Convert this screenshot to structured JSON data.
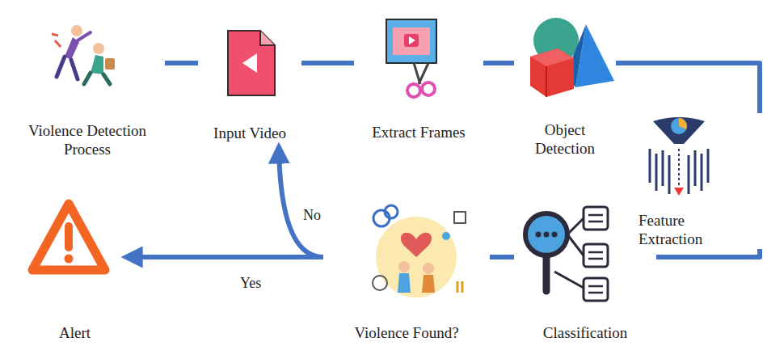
{
  "diagram": {
    "nodes": [
      {
        "text": [
          "Violence Detection Process"
        ]
      },
      {
        "text": [
          "Input Video"
        ]
      },
      {
        "text": [
          "Extract Frames"
        ]
      },
      {
        "text": [
          "Object Detection"
        ]
      },
      {
        "text": [
          "Feature Extraction"
        ]
      },
      {
        "text": [
          "Classification"
        ]
      },
      {
        "text": [
          "Violence Found?"
        ]
      },
      {
        "text": [
          "Alert"
        ]
      }
    ],
    "edges": [
      {
        "from": 0,
        "to": 1,
        "arrow": "none"
      },
      {
        "from": 1,
        "to": 2,
        "arrow": "none"
      },
      {
        "from": 2,
        "to": 3,
        "arrow": "none"
      },
      {
        "from": 3,
        "to": 4,
        "arrow": "none"
      },
      {
        "from": 4,
        "to": 5,
        "arrow": "none"
      },
      {
        "from": 5,
        "to": 6,
        "arrow": "none"
      },
      {
        "from": 6,
        "to": 7,
        "label": "Yes",
        "arrow": "to"
      },
      {
        "from": 6,
        "to": 1,
        "label": "No",
        "arrow": "to"
      }
    ]
  }
}
